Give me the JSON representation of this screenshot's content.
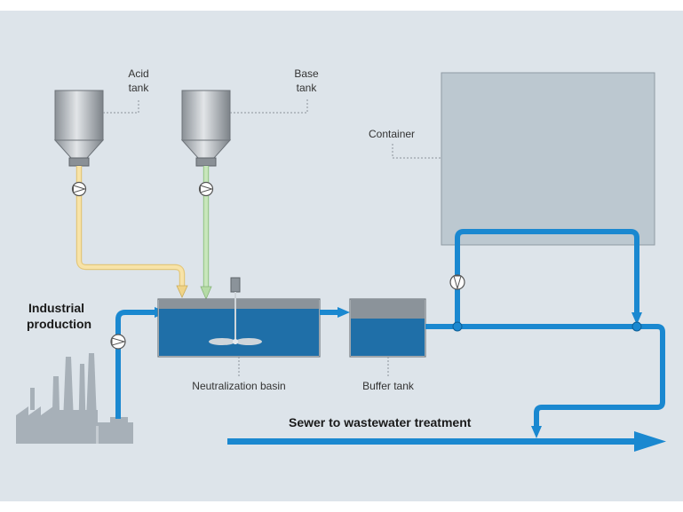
{
  "labels": {
    "acid_tank_line1": "Acid",
    "acid_tank_line2": "tank",
    "base_tank_line1": "Base",
    "base_tank_line2": "tank",
    "container": "Container",
    "industrial_line1": "Industrial",
    "industrial_line2": "production",
    "neutralization_basin": "Neutralization basin",
    "buffer_tank": "Buffer tank",
    "sewer": "Sewer to wastewater treatment"
  },
  "colors": {
    "background": "#dde4ea",
    "water_pipe": "#1a88d0",
    "water_fill": "#1f6fa8",
    "acid_pipe": "#f5dea0",
    "base_pipe": "#bfe0b4",
    "container_fill": "#bcc8d0",
    "factory": "#a7b0b8"
  }
}
